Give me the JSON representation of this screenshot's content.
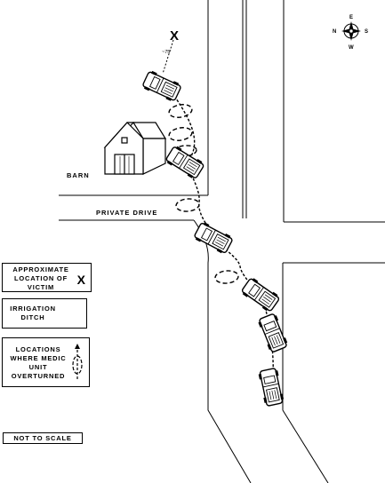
{
  "labels": {
    "barn": "BARN",
    "private_drive": "PRIVATE DRIVE",
    "distance": "~75'",
    "victim_mark": "X"
  },
  "compass": {
    "north": "N",
    "east": "E",
    "south": "S",
    "west": "W"
  },
  "legend": {
    "victim_line1": "APPROXIMATE",
    "victim_line2": "LOCATION OF",
    "victim_line3": "VICTIM",
    "victim_symbol": "X",
    "ditch_line1": "IRRIGATION",
    "ditch_line2": "DITCH",
    "overturn_line1": "LOCATIONS",
    "overturn_line2": "WHERE MEDIC",
    "overturn_line3": "UNIT",
    "overturn_line4": "OVERTURNED"
  },
  "scale_note": "NOT TO SCALE"
}
